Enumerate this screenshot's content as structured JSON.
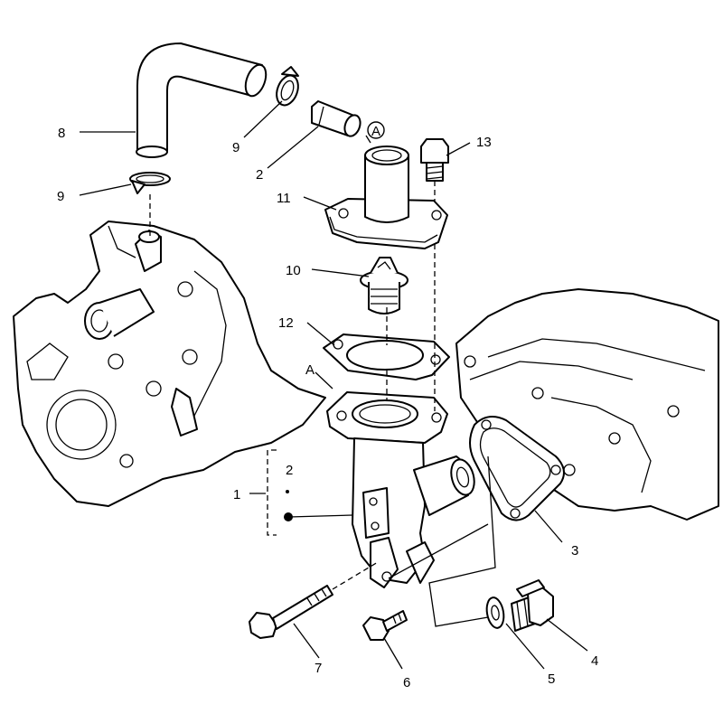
{
  "callouts": {
    "c1": "1",
    "c2_pipe": "2",
    "c2_kit": "2",
    "c3": "3",
    "c4": "4",
    "c5": "5",
    "c6": "6",
    "c7": "7",
    "c8": "8",
    "c9_top": "9",
    "c9_left": "9",
    "c10": "10",
    "c11": "11",
    "c12": "12",
    "c13": "13",
    "ref_a_circled": "A",
    "ref_a": "A"
  },
  "colors": {
    "line": "#000000",
    "background": "#ffffff"
  }
}
